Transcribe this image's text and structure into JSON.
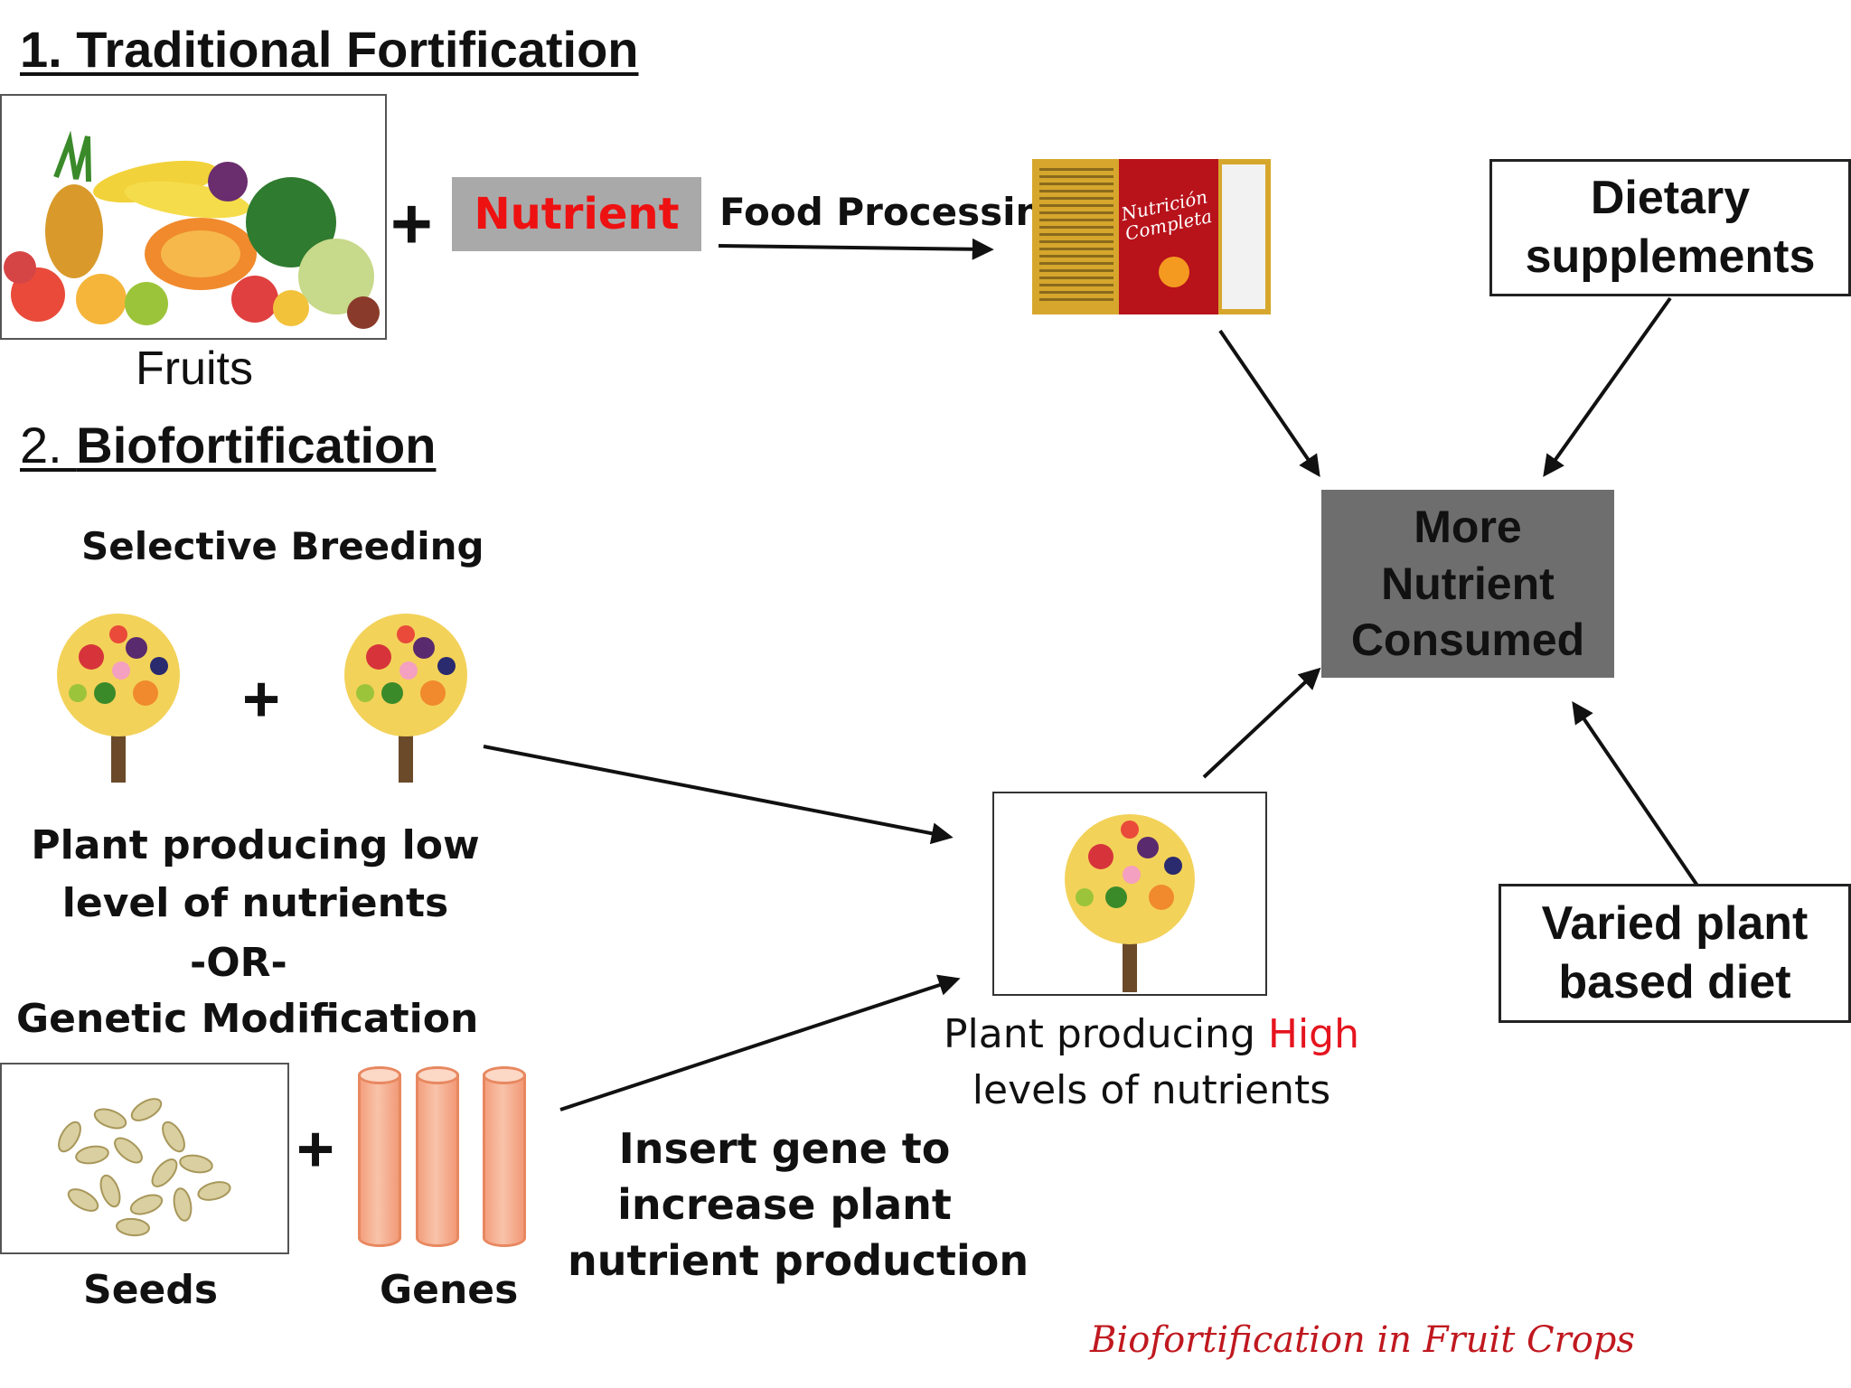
{
  "section1": {
    "title": "1. Traditional Fortification"
  },
  "fruits": {
    "label": "Fruits"
  },
  "nutrient": {
    "label": "Nutrient"
  },
  "food_processing": {
    "label": "Food Processing"
  },
  "package": {
    "text_line1": "Nutrición",
    "text_line2": "Completa"
  },
  "dietary": {
    "label": "Dietary supplements"
  },
  "consumed": {
    "line1": "More",
    "line2": "Nutrient",
    "line3": "Consumed"
  },
  "section2": {
    "number": "2. ",
    "title": "Biofortification"
  },
  "selective_breeding": {
    "label": "Selective Breeding"
  },
  "low_plant": {
    "line1": "Plant producing low",
    "line2": "level of nutrients",
    "or": "-OR-",
    "genetic": "Genetic Modification"
  },
  "seeds": {
    "label": "Seeds"
  },
  "genes": {
    "label": "Genes"
  },
  "insert_gene": {
    "line1": "Insert gene to",
    "line2": "increase plant",
    "line3": "nutrient production"
  },
  "high_plant": {
    "prefix": "Plant producing ",
    "highlight": "High",
    "line2": "levels of nutrients"
  },
  "varied": {
    "line1": "Varied plant",
    "line2": "based diet"
  },
  "footer": {
    "signature": "Biofortification in Fruit Crops"
  },
  "colors": {
    "nutrient_red": "#ee1111",
    "consumed_box": "#6e6e6e",
    "signature_red": "#c0181f"
  }
}
